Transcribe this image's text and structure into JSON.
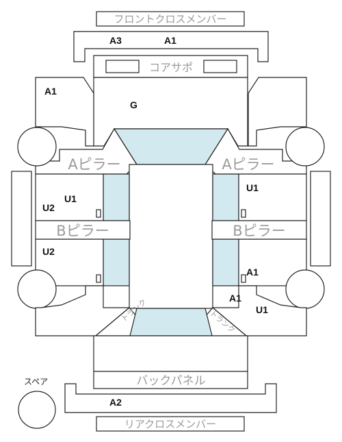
{
  "labels": {
    "front_cross_member": "フロントクロスメンバー",
    "core_support": "コアサポ",
    "a_pillar_left": "Aピラー",
    "a_pillar_right": "Aピラー",
    "b_pillar_left": "Bピラー",
    "b_pillar_right": "Bピラー",
    "back_panel": "バックパネル",
    "rear_cross_member": "リアクロスメンバー",
    "spare": "スペア",
    "trunk_left": "トランク",
    "trunk_right": "トランク"
  },
  "codes": {
    "front_member_left": "A3",
    "front_member_right": "A1",
    "front_fender_left": "A1",
    "hood": "G",
    "front_door_left_upper": "U1",
    "front_door_left_lower": "U2",
    "rear_door_left": "U2",
    "front_door_right": "U1",
    "rear_door_right": "A1",
    "rear_fender_right_a": "A1",
    "rear_fender_right_b": "U1",
    "rear_member": "A2"
  },
  "colors": {
    "glass": "#d3e9f0",
    "line": "#222222",
    "label_grey": "#9a9a9a"
  }
}
